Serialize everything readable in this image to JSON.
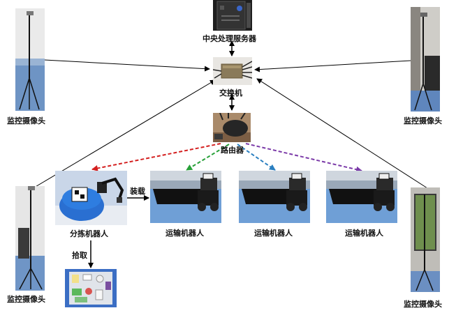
{
  "labels": {
    "server": "中央处理服务器",
    "switch": "交换机",
    "router": "路由器",
    "camera_tl": "监控摄像头",
    "camera_tr": "监控摄像头",
    "camera_bl": "监控摄像头",
    "camera_br": "监控摄像头",
    "sorting_robot": "分拣机器人",
    "transport_1": "运输机器人",
    "transport_2": "运输机器人",
    "transport_3": "运输机器人",
    "load_action": "装载",
    "pick_action": "拾取"
  },
  "colors": {
    "wired": "#000000",
    "wireless_sorting": "#d42020",
    "wireless_transport_1": "#27a038",
    "wireless_transport_2": "#2a7fc0",
    "wireless_transport_3": "#7b3aa8",
    "floor_blue": "#6f9fd6"
  },
  "icons": {
    "server": "server-photo",
    "switch": "network-switch-photo",
    "router": "wireless-router-photo",
    "camera": "tripod-camera-photo",
    "sorting_robot": "sorting-robot-arm-photo",
    "transport_robot": "transport-robot-tray-photo",
    "objects": "scattered-objects-photo"
  }
}
